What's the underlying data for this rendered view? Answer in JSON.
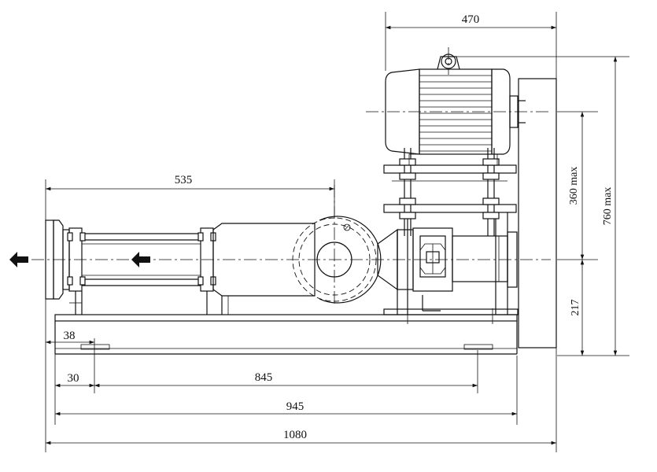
{
  "dimensions": {
    "motor_width": "470",
    "discharge_length": "535",
    "motor_height_max": "360 max",
    "overall_height_max": "760 max",
    "shaft_height": "217",
    "base_offset_38": "38",
    "base_offset_30": "30",
    "bolt_span": "845",
    "base_length": "945",
    "overall_length": "1080"
  },
  "icons": {
    "outlet_flow_arrow": "left-arrow-icon",
    "internal_flow_arrow": "left-arrow-icon"
  }
}
